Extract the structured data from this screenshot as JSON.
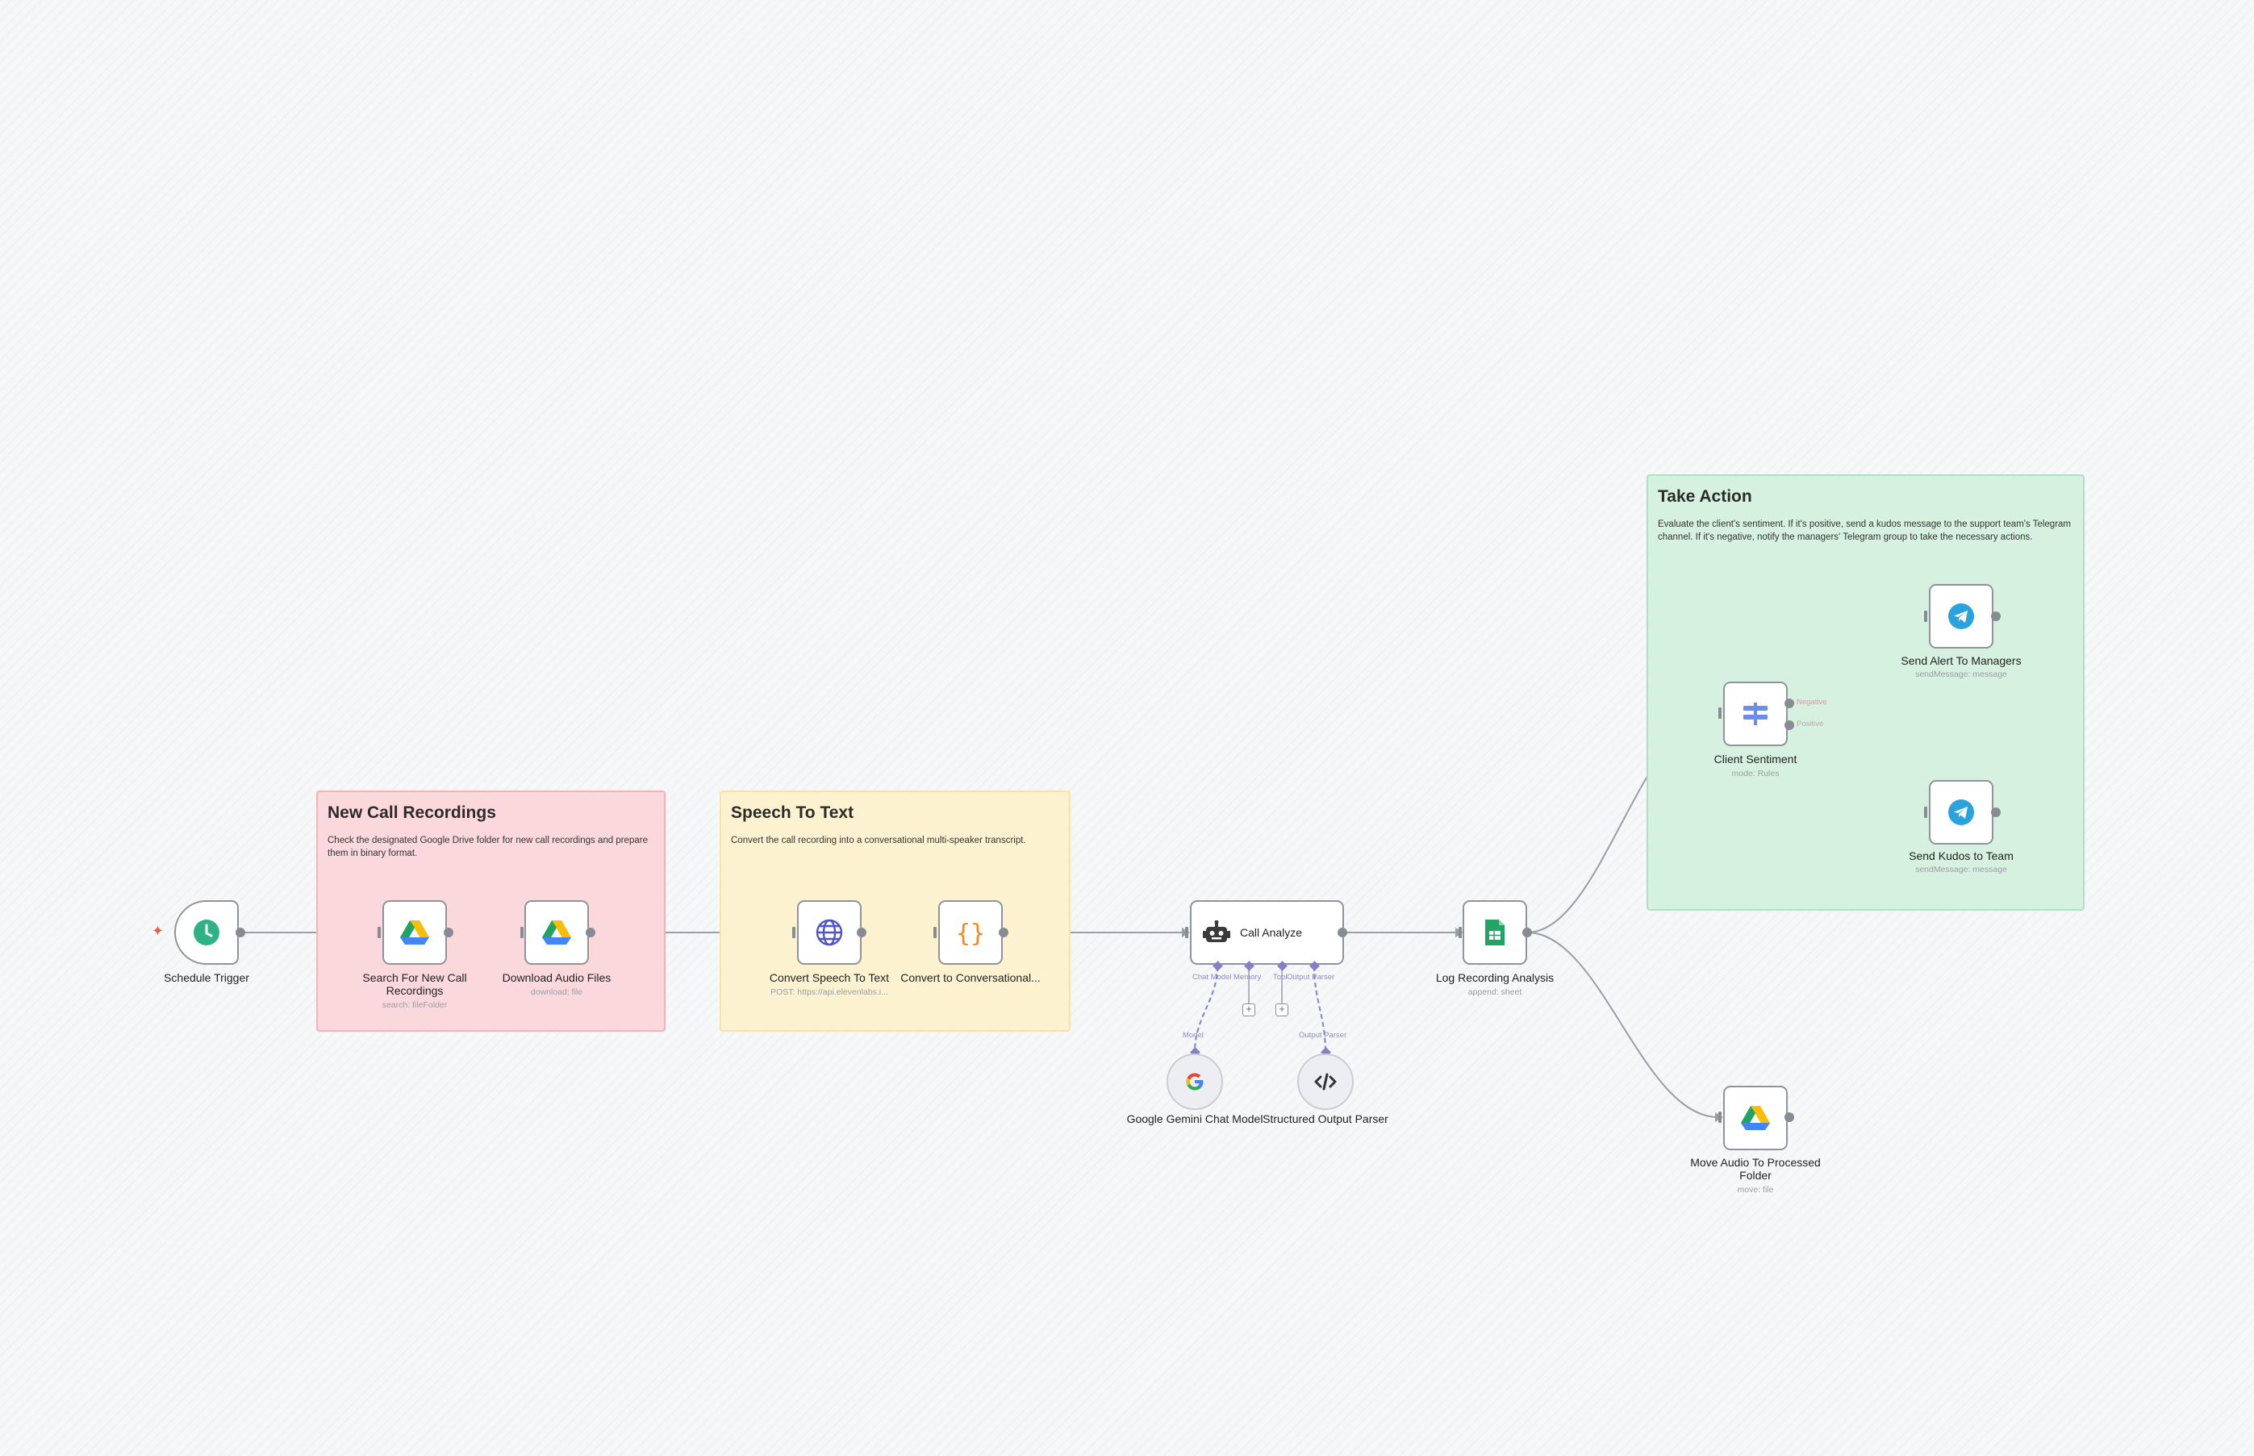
{
  "stickies": {
    "recordings": {
      "title": "New Call Recordings",
      "text": "Check the designated Google Drive folder for new call recordings and prepare them in binary format."
    },
    "speech": {
      "title": "Speech To Text",
      "text": "Convert the call recording into a conversational multi-speaker transcript."
    },
    "action": {
      "title": "Take Action",
      "text": "Evaluate the client's sentiment. If it's positive, send a kudos message to the support team's Telegram channel. If it's negative, notify the managers' Telegram group to take the necessary actions."
    }
  },
  "nodes": {
    "schedule_trigger": {
      "title": "Schedule Trigger",
      "icon": "clock-icon"
    },
    "search_recordings": {
      "title": "Search For New Call Recordings",
      "subtitle": "search: fileFolder",
      "icon": "google-drive-icon"
    },
    "download_audio": {
      "title": "Download Audio Files",
      "subtitle": "download: file",
      "icon": "google-drive-icon"
    },
    "speech_to_text": {
      "title": "Convert Speech To Text",
      "subtitle": "POST: https://api.elevenlabs.i...",
      "icon": "globe-icon"
    },
    "convert_conversational": {
      "title": "Convert to Conversational...",
      "icon": "code-braces-icon"
    },
    "call_analyze": {
      "title": "Call Analyze",
      "icon": "robot-icon"
    },
    "gemini_model": {
      "title": "Google Gemini Chat Model",
      "icon": "google-g-icon"
    },
    "output_parser": {
      "title": "Structured Output Parser",
      "icon": "code-tag-icon"
    },
    "log_analysis": {
      "title": "Log Recording Analysis",
      "subtitle": "append: sheet",
      "icon": "google-sheets-icon"
    },
    "client_sentiment": {
      "title": "Client Sentiment",
      "subtitle": "mode: Rules",
      "icon": "switch-icon"
    },
    "send_alert": {
      "title": "Send Alert To Managers",
      "subtitle": "sendMessage: message",
      "icon": "telegram-icon"
    },
    "send_kudos": {
      "title": "Send Kudos to Team",
      "subtitle": "sendMessage: message",
      "icon": "telegram-icon"
    },
    "move_audio": {
      "title": "Move Audio To Processed Folder",
      "subtitle": "move: file",
      "icon": "google-drive-icon"
    }
  },
  "ports": {
    "chat_model": "Chat Model",
    "memory": "Memory",
    "tool": "Tool",
    "output_parser": "Output Parser",
    "model": "Model",
    "output_parser_target": "Output Parser"
  },
  "branches": {
    "negative": "Negative",
    "positive": "Positive"
  },
  "colors": {
    "edge": "#9a9ea5",
    "ai_edge": "#7f82c9",
    "accent": "#ee5c47"
  }
}
